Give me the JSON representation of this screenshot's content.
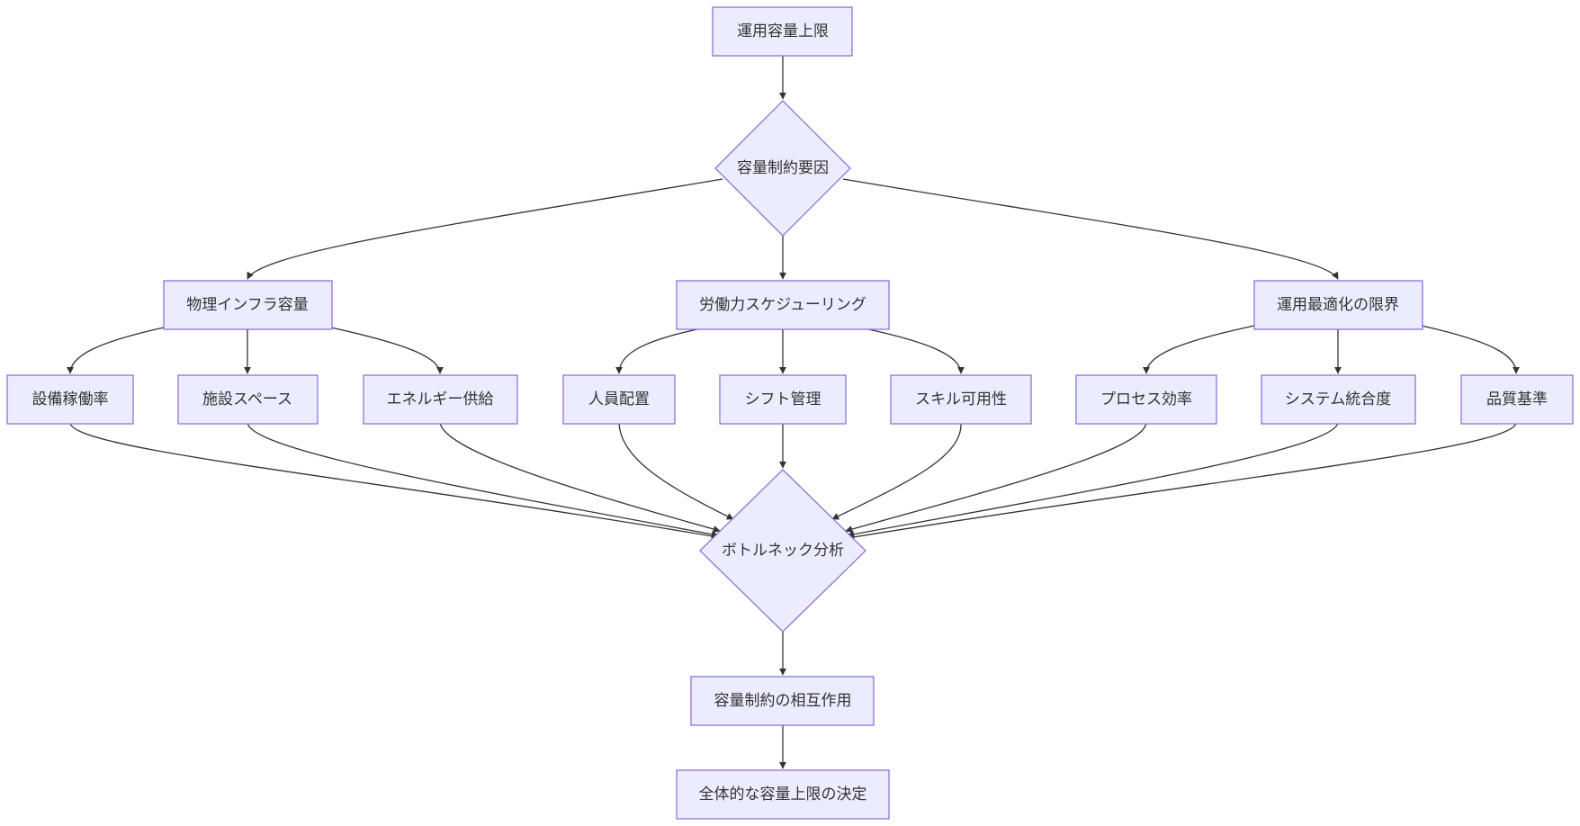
{
  "nodes": {
    "upper_limit": "運用容量上限",
    "constraint_factors": "容量制約要因",
    "physical_infra": "物理インフラ容量",
    "labor_scheduling": "労働力スケジューリング",
    "operational_limits": "運用最適化の限界",
    "equipment_utilization": "設備稼働率",
    "facility_space": "施設スペース",
    "energy_supply": "エネルギー供給",
    "staffing": "人員配置",
    "shift_management": "シフト管理",
    "skill_availability": "スキル可用性",
    "process_efficiency": "プロセス効率",
    "system_integration": "システム統合度",
    "quality_standards": "品質基準",
    "bottleneck_analysis": "ボトルネック分析",
    "constraint_interaction": "容量制約の相互作用",
    "overall_determination": "全体的な容量上限の決定"
  },
  "colors": {
    "node_fill": "#ECECFF",
    "node_stroke": "#9370DB",
    "edge": "#333333",
    "text": "#333333"
  }
}
